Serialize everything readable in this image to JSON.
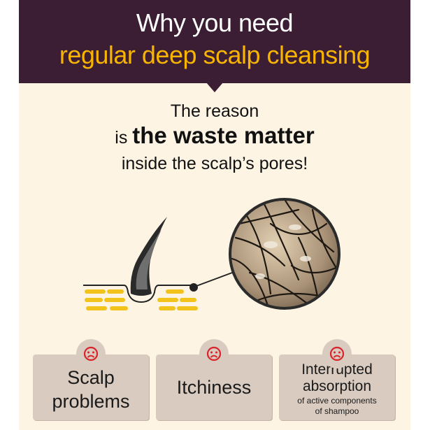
{
  "banner": {
    "line1": "Why you need",
    "line2": "regular deep scalp cleansing"
  },
  "reason": {
    "line1": "The reason",
    "line2_prefix": "is ",
    "line2_bold": "the waste matter",
    "line3": "inside the scalp’s pores!"
  },
  "cards": [
    {
      "line1": "Scalp",
      "line2": "problems"
    },
    {
      "line1": "Itchiness"
    },
    {
      "line1": "Interrupted",
      "line2": "absorption",
      "sub1": "of active components",
      "sub2": "of shampoo"
    }
  ],
  "colors": {
    "banner_bg": "#3b1d34",
    "accent_yellow": "#f7b400",
    "card_bg": "#d9cbc0",
    "sad_icon_red": "#d8242a",
    "page_bg": "#fdf4e4"
  }
}
